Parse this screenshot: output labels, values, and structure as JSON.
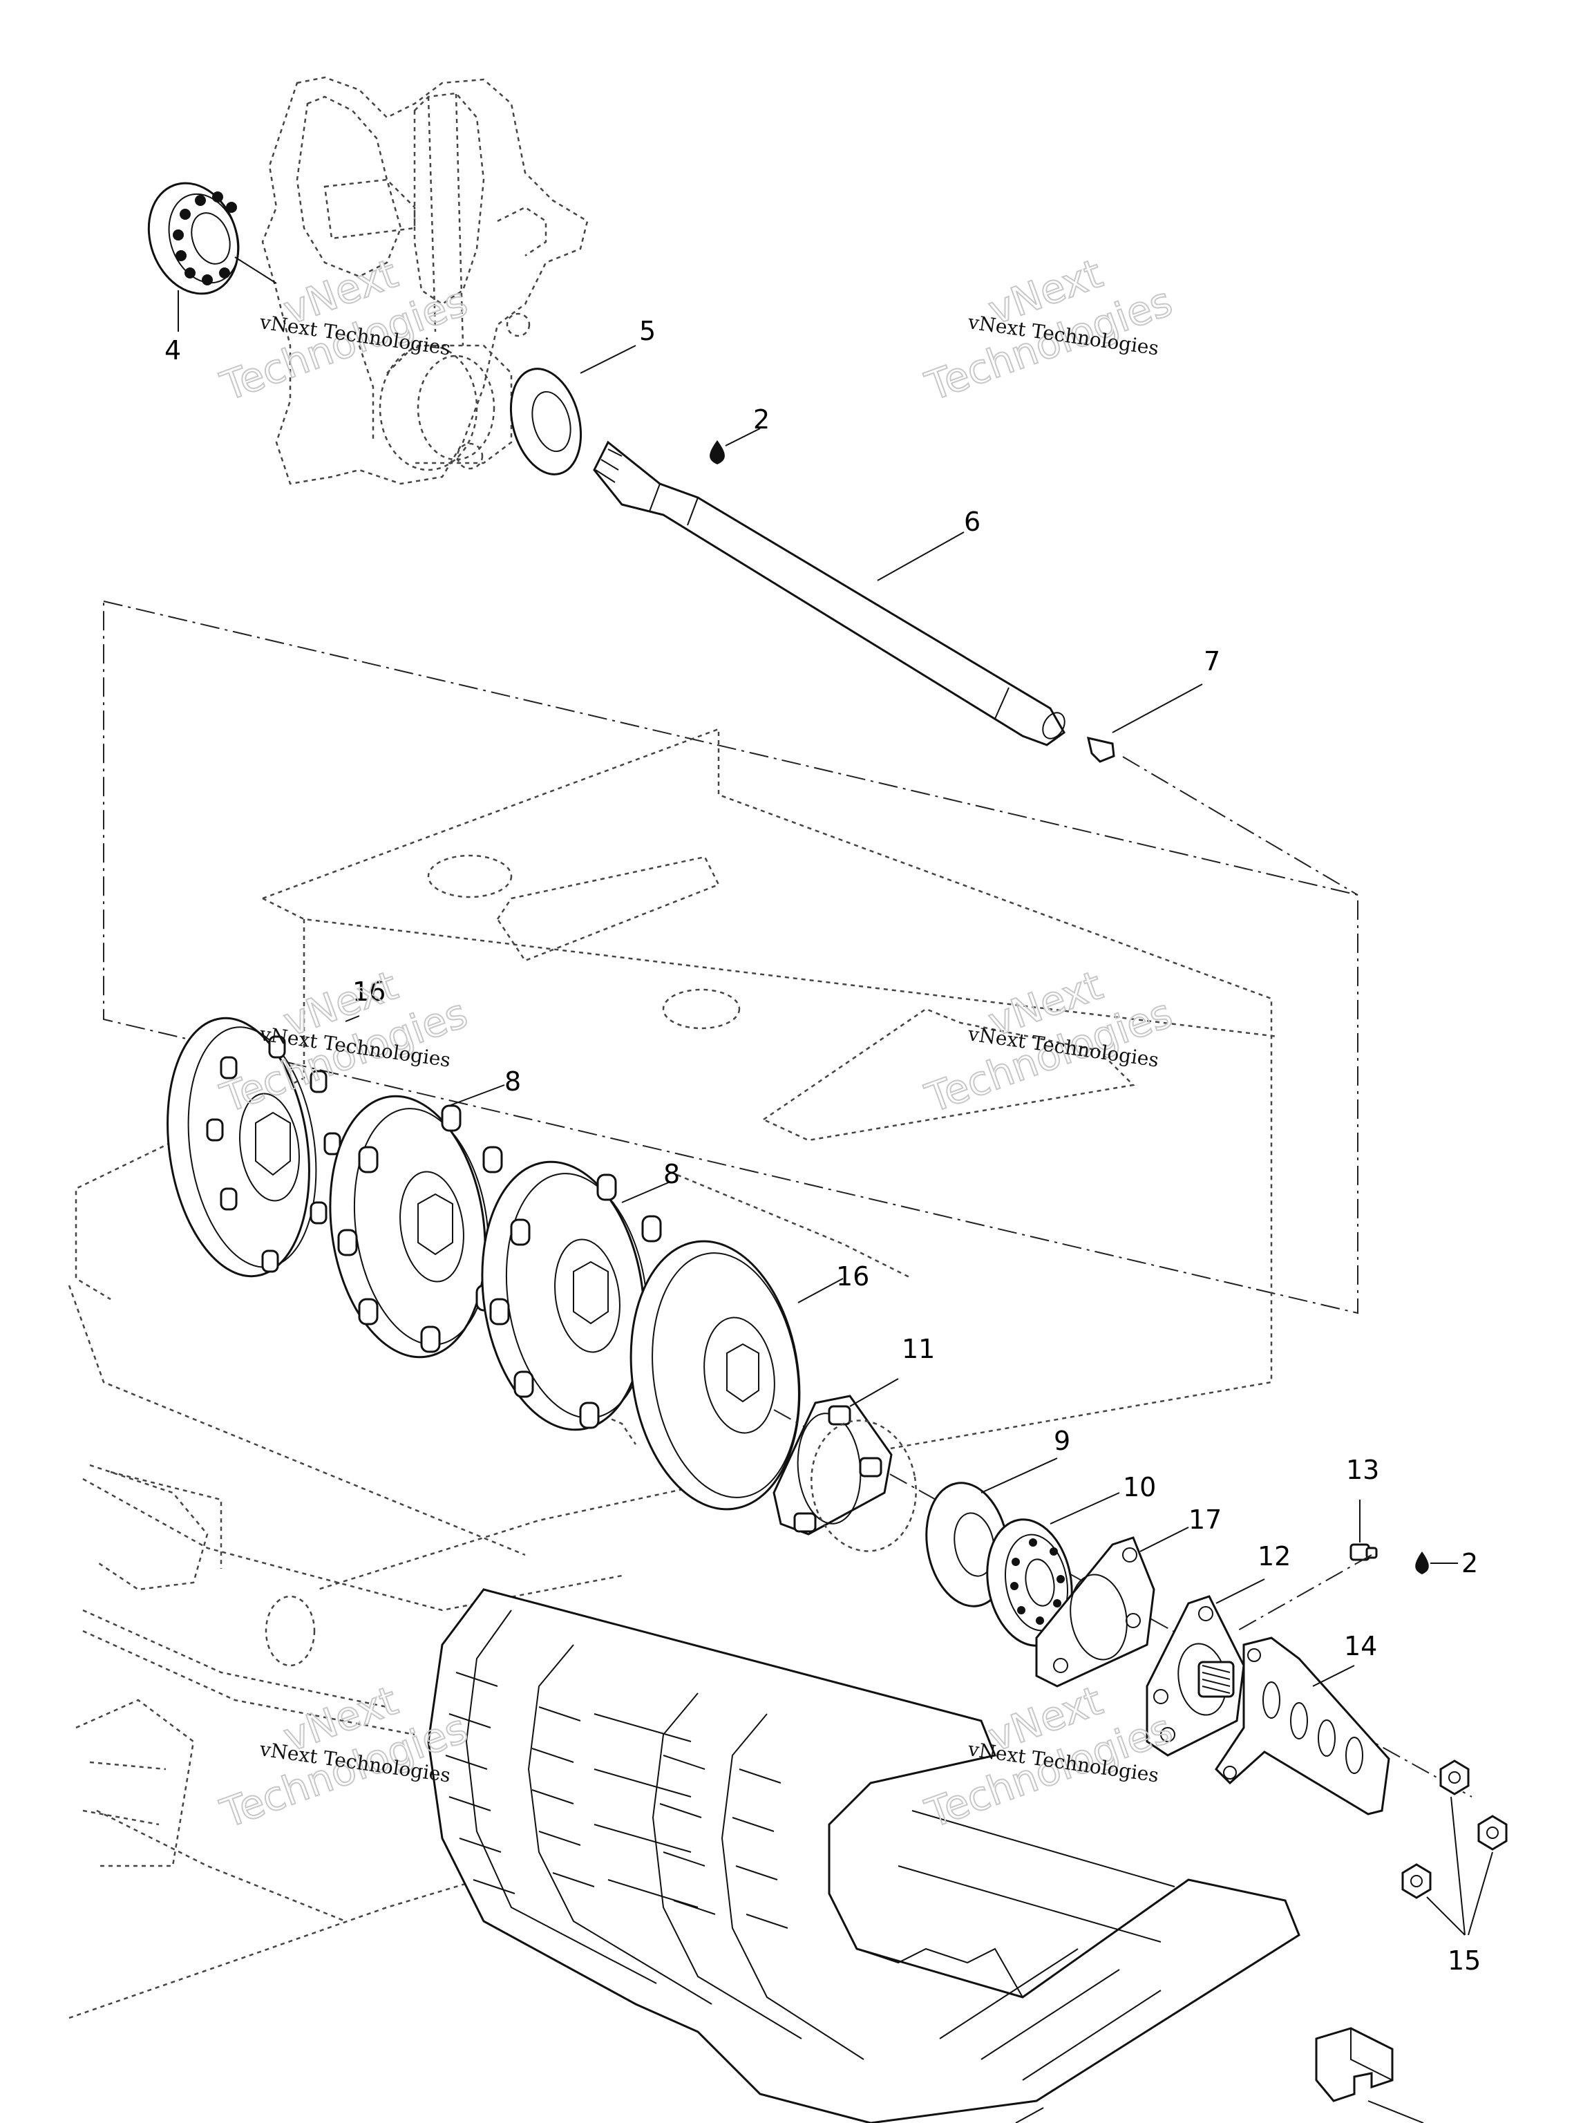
{
  "callouts": [
    {
      "id": "c4",
      "text": "4"
    },
    {
      "id": "c5",
      "text": "5"
    },
    {
      "id": "c2a",
      "text": "2"
    },
    {
      "id": "c6",
      "text": "6"
    },
    {
      "id": "c7",
      "text": "7"
    },
    {
      "id": "c16a",
      "text": "16"
    },
    {
      "id": "c8a",
      "text": "8"
    },
    {
      "id": "c8b",
      "text": "8"
    },
    {
      "id": "c16b",
      "text": "16"
    },
    {
      "id": "c11",
      "text": "11"
    },
    {
      "id": "c9",
      "text": "9"
    },
    {
      "id": "c10",
      "text": "10"
    },
    {
      "id": "c17",
      "text": "17"
    },
    {
      "id": "c12",
      "text": "12"
    },
    {
      "id": "c13",
      "text": "13"
    },
    {
      "id": "c2b",
      "text": "2"
    },
    {
      "id": "c14",
      "text": "14"
    },
    {
      "id": "c15",
      "text": "15"
    }
  ],
  "watermark": {
    "line1": "vNext Technologies",
    "big1": "vNext",
    "big2": "Technologies"
  },
  "colors": {
    "ink": "#111111",
    "watermark": "#c8c8c8",
    "background": "#ffffff"
  }
}
